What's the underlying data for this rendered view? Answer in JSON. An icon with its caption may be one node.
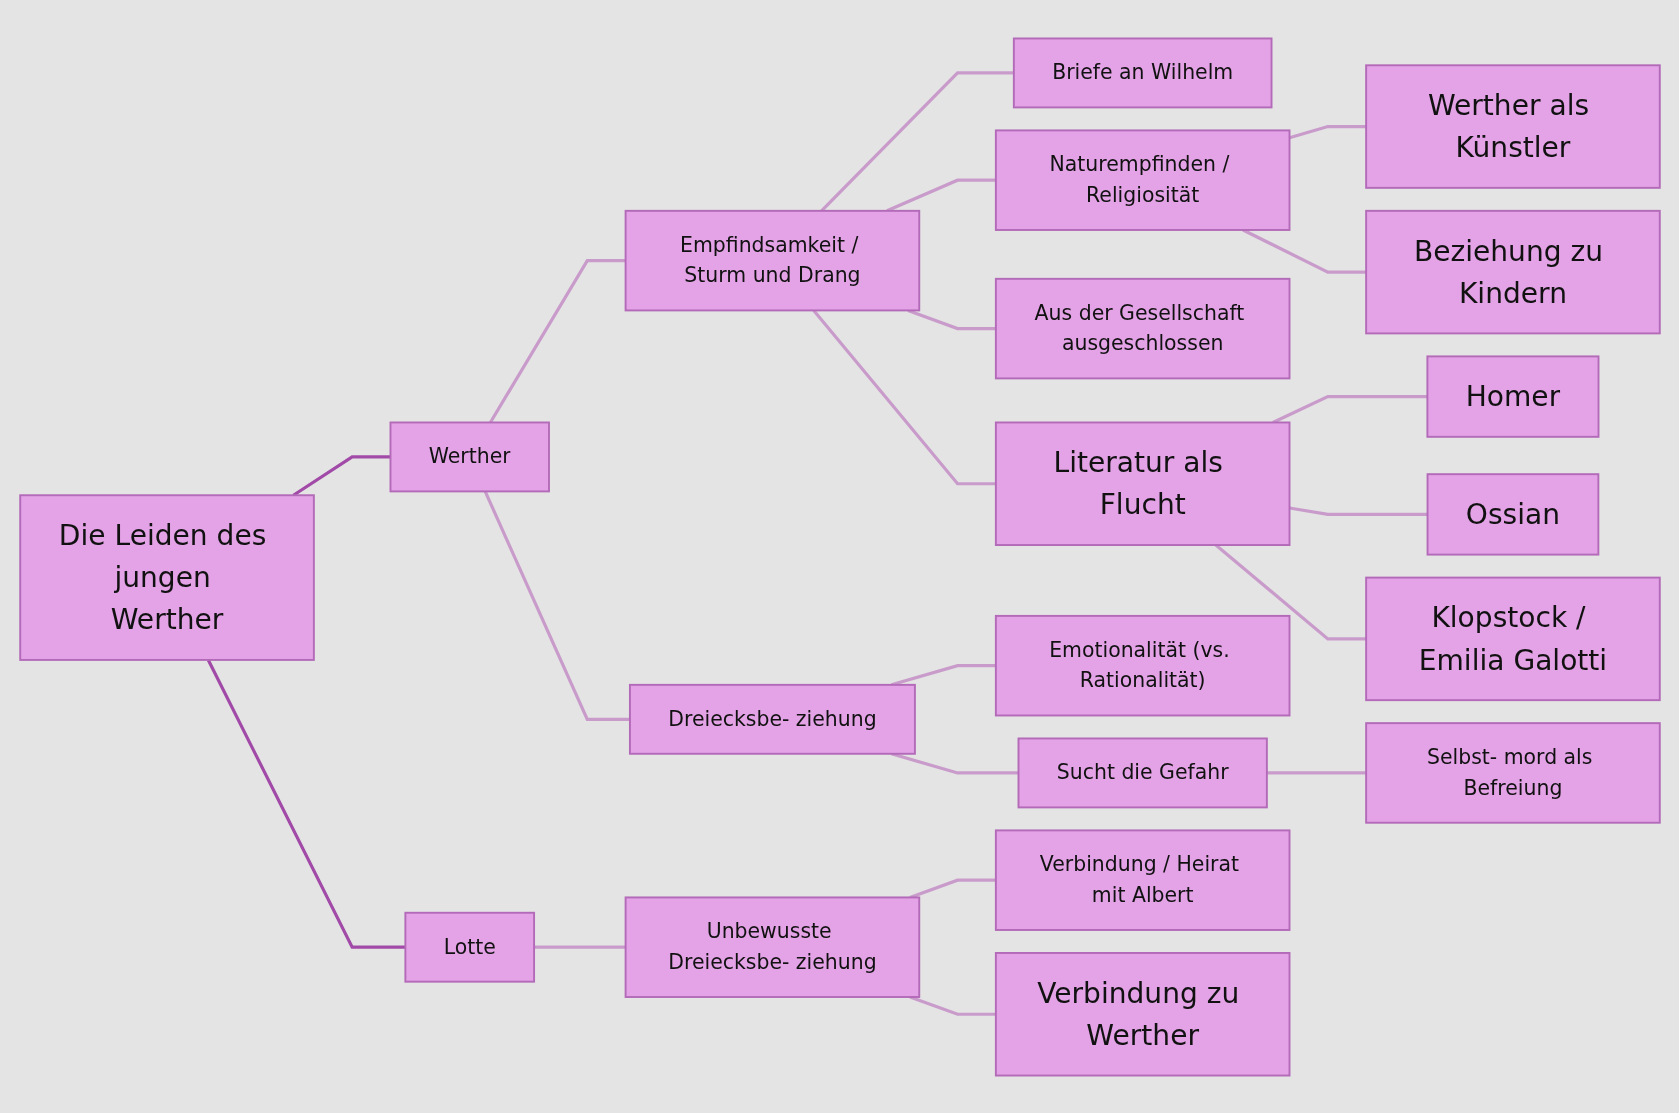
{
  "diagram": {
    "nodes": [
      {
        "text": [
          "Die Leiden des jungen Werther"
        ]
      },
      {
        "text": [
          "Werther"
        ]
      },
      {
        "text": [
          "Lotte"
        ]
      },
      {
        "text": [
          "Empfindsamkeit / Sturm und Drang"
        ]
      },
      {
        "text": [
          "Dreiecksbe- ziehung"
        ]
      },
      {
        "text": [
          "Unbewusste Dreiecksbe- ziehung"
        ]
      },
      {
        "text": [
          "Briefe an Wilhelm"
        ]
      },
      {
        "text": [
          "Naturempfinden / Religiosität"
        ]
      },
      {
        "text": [
          "Aus der Gesellschaft ausgeschlossen"
        ]
      },
      {
        "text": [
          "Literatur als Flucht"
        ]
      },
      {
        "text": [
          "Emotionalität (vs. Rationalität)"
        ]
      },
      {
        "text": [
          "Sucht die Gefahr"
        ]
      },
      {
        "text": [
          "Verbindung / Heirat mit Albert"
        ]
      },
      {
        "text": [
          "Verbindung zu Werther"
        ]
      },
      {
        "text": [
          "Werther als Künstler"
        ]
      },
      {
        "text": [
          "Beziehung zu Kindern"
        ]
      },
      {
        "text": [
          "Homer"
        ]
      },
      {
        "text": [
          "Ossian"
        ]
      },
      {
        "text": [
          "Klopstock / Emilia Galotti"
        ]
      },
      {
        "text": [
          "Selbst- mord als Befreiung"
        ]
      }
    ],
    "edges": [
      {
        "from": 0,
        "to": 1,
        "arrow": "none",
        "color": "#a24aa8"
      },
      {
        "from": 0,
        "to": 2,
        "arrow": "none",
        "color": "#a24aa8"
      },
      {
        "from": 1,
        "to": 3,
        "arrow": "none"
      },
      {
        "from": 1,
        "to": 4,
        "arrow": "none"
      },
      {
        "from": 3,
        "to": 6,
        "arrow": "none"
      },
      {
        "from": 3,
        "to": 7,
        "arrow": "none"
      },
      {
        "from": 3,
        "to": 8,
        "arrow": "none"
      },
      {
        "from": 3,
        "to": 9,
        "arrow": "none"
      },
      {
        "from": 7,
        "to": 14,
        "arrow": "none"
      },
      {
        "from": 7,
        "to": 15,
        "arrow": "none"
      },
      {
        "from": 9,
        "to": 16,
        "arrow": "none"
      },
      {
        "from": 9,
        "to": 17,
        "arrow": "none"
      },
      {
        "from": 9,
        "to": 18,
        "arrow": "none"
      },
      {
        "from": 4,
        "to": 10,
        "arrow": "none"
      },
      {
        "from": 4,
        "to": 11,
        "arrow": "none"
      },
      {
        "from": 11,
        "to": 19,
        "arrow": "none"
      },
      {
        "from": 2,
        "to": 5,
        "arrow": "none"
      },
      {
        "from": 5,
        "to": 12,
        "arrow": "none"
      },
      {
        "from": 5,
        "to": 13,
        "arrow": "none"
      }
    ]
  }
}
